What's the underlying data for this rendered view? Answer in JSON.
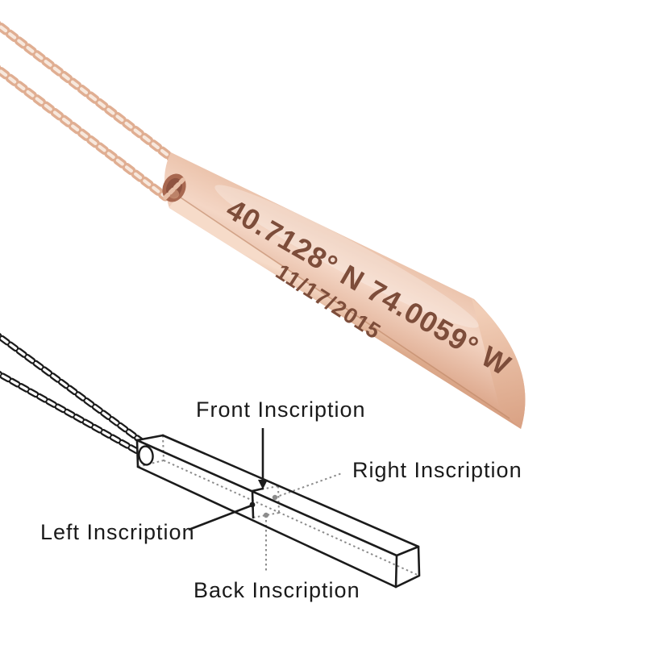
{
  "photo": {
    "engraving": {
      "line1": "40.7128° N 74.0059° W",
      "line2": "11/17/2015"
    },
    "colors": {
      "rose_light": "#f4d6c5",
      "rose_mid": "#e6b296",
      "rose_deep": "#d19679",
      "chain": "#e0ae92",
      "chain_highlight": "#f7e8dd",
      "engraving": "#7d4d3a",
      "hole_dark": "#8e5340",
      "hole_mid": "#a86850"
    }
  },
  "diagram": {
    "labels": {
      "front": "Front Inscription",
      "right": "Right Inscription",
      "left": "Left Inscription",
      "back": "Back Inscription"
    },
    "colors": {
      "line": "#1b1b1b",
      "guide": "#8c8c8c",
      "text": "#1a1a1a"
    }
  }
}
